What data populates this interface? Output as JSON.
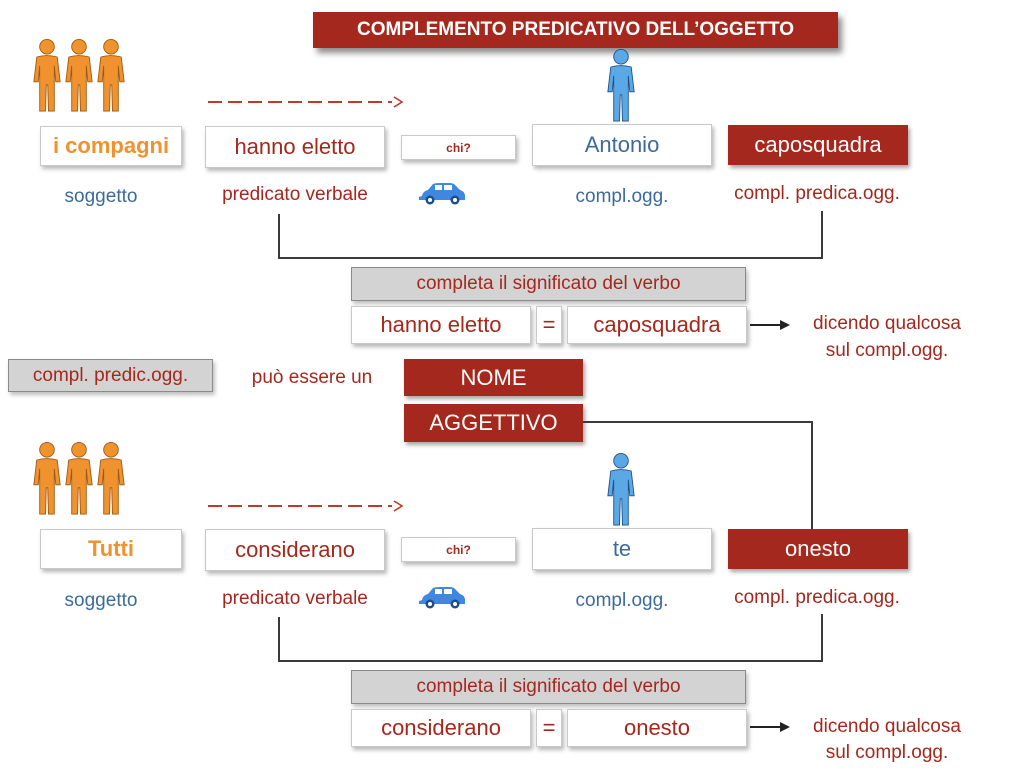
{
  "title": "COMPLEMENTO PREDICATIVO DELL’OGGETTO",
  "colors": {
    "red": "#a4281d",
    "blue": "#3d6a9b",
    "orange": "#f0922e",
    "person_blue": "#5aa8e6"
  },
  "icons": [
    "people-group-icon",
    "person-icon",
    "car-icon",
    "dashed-arrow-icon",
    "arrow-right-icon"
  ],
  "example1": {
    "subject": "i compagni",
    "verb": "hanno eletto",
    "question": "chi?",
    "object": "Antonio",
    "predicative": "caposquadra",
    "lbl_subject": "soggetto",
    "lbl_verb": "predicato verbale",
    "lbl_object": "compl.ogg.",
    "lbl_predicative": "compl. predica.ogg.",
    "completes": "completa il significato del verbo",
    "eq_verb": "hanno eletto",
    "eq_sign": "=",
    "eq_pred": "caposquadra",
    "note_line1": "dicendo qualcosa",
    "note_line2": "sul compl.ogg."
  },
  "middle": {
    "tag": "compl. predic.ogg.",
    "can_be": "può essere un",
    "noun": "NOME",
    "adjective": "AGGETTIVO"
  },
  "example2": {
    "subject": "Tutti",
    "verb": "considerano",
    "question": "chi?",
    "object": "te",
    "predicative": "onesto",
    "lbl_subject": "soggetto",
    "lbl_verb": "predicato verbale",
    "lbl_object": "compl.ogg.",
    "lbl_predicative": "compl. predica.ogg.",
    "completes": "completa il significato del verbo",
    "eq_verb": "considerano",
    "eq_sign": "=",
    "eq_pred": "onesto",
    "note_line1": "dicendo qualcosa",
    "note_line2": "sul compl.ogg."
  }
}
